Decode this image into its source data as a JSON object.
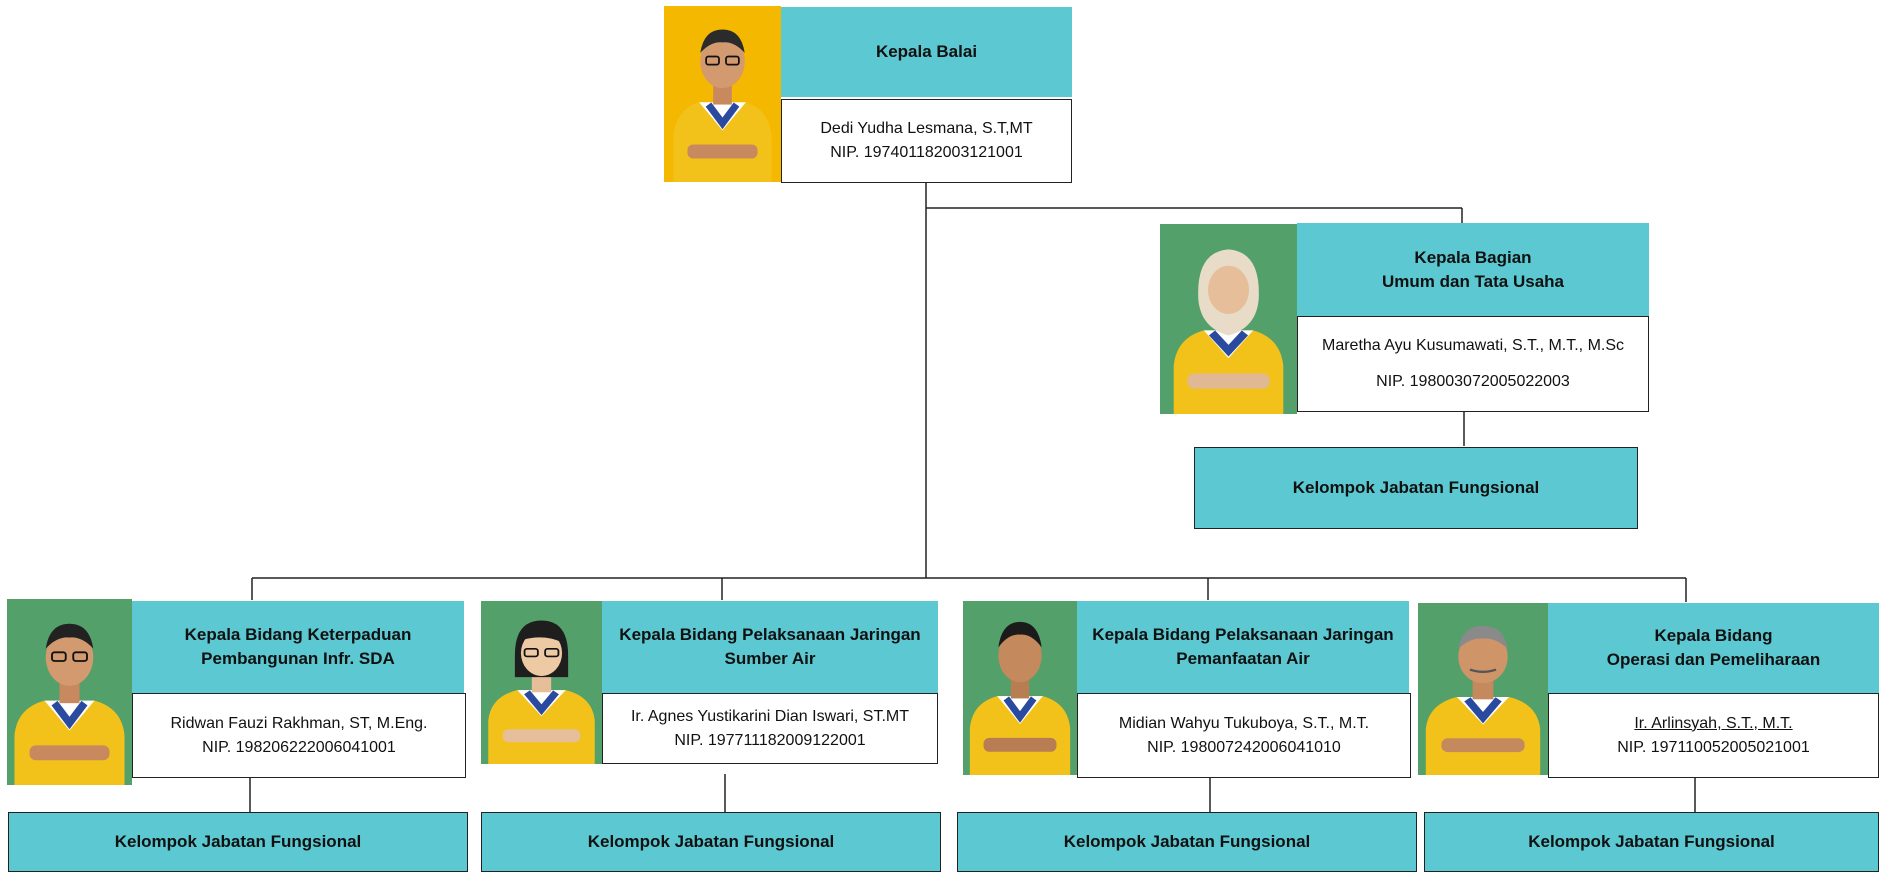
{
  "colors": {
    "title_bg": "#5bc8d2",
    "photo_bg_head": "#f5b800",
    "photo_bg_staff": "#53a06a",
    "vest": "#f2c21b",
    "line": "#222222"
  },
  "head": {
    "title": "Kepala Balai",
    "name": "Dedi Yudha Lesmana, S.T,MT",
    "nip": "NIP. 197401182003121001",
    "photo_icon": "person-photo-icon"
  },
  "bagian": {
    "title_line1": "Kepala Bagian",
    "title_line2": "Umum dan Tata Usaha",
    "name": "Maretha Ayu Kusumawati, S.T., M.T., M.Sc",
    "nip": "NIP. 198003072005022003",
    "group": "Kelompok Jabatan Fungsional"
  },
  "bidang": [
    {
      "title_line1": "Kepala Bidang Keterpaduan",
      "title_line2": "Pembangunan Infr. SDA",
      "name": "Ridwan Fauzi Rakhman, ST, M.Eng.",
      "nip": "NIP. 198206222006041001",
      "group": "Kelompok Jabatan Fungsional"
    },
    {
      "title_line1": "Kepala Bidang Pelaksanaan Jaringan",
      "title_line2": "Sumber Air",
      "name": "Ir. Agnes Yustikarini Dian Iswari, ST.MT",
      "nip": "NIP. 197711182009122001",
      "group": "Kelompok Jabatan Fungsional"
    },
    {
      "title_line1": "Kepala Bidang Pelaksanaan Jaringan",
      "title_line2": "Pemanfaatan Air",
      "name": "Midian Wahyu Tukuboya, S.T., M.T.",
      "nip": "NIP. 198007242006041010",
      "group": "Kelompok Jabatan Fungsional"
    },
    {
      "title_line1": "Kepala Bidang",
      "title_line2": "Operasi dan Pemeliharaan",
      "name": "Ir. Arlinsyah, S.T., M.T.",
      "nip": "NIP. 197110052005021001",
      "group": "Kelompok Jabatan Fungsional"
    }
  ]
}
